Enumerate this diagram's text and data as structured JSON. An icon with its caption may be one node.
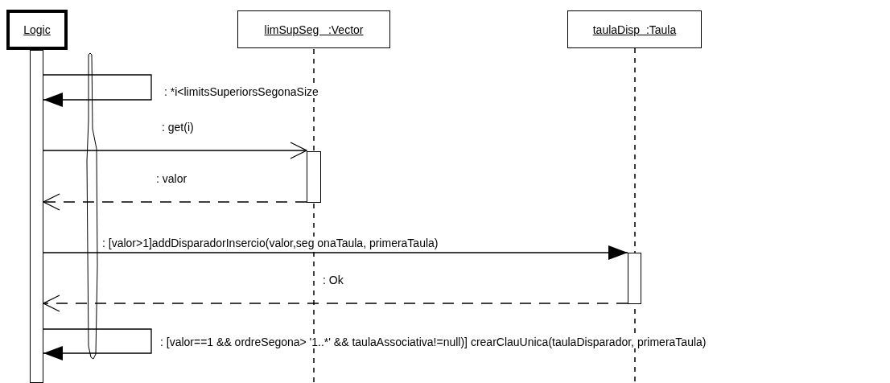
{
  "diagram": {
    "nodes": [
      {
        "text": [
          "Logic"
        ]
      },
      {
        "text": [
          "limSupSeg   :Vector"
        ]
      },
      {
        "text": [
          "taulaDisp  :Taula"
        ]
      },
      {
        "text": [],
        "shape": "bar"
      },
      {
        "text": [],
        "shape": "bar"
      },
      {
        "text": [],
        "shape": "bar"
      },
      {
        "text": [],
        "shape": "ellipse"
      }
    ],
    "edges": [
      {
        "from": 3,
        "to": 3,
        "arrow": "to",
        "label": ": *i<limitsSuperiorsSegonaSize"
      },
      {
        "from": 3,
        "to": 4,
        "arrow": "to",
        "label": ": get(i)"
      },
      {
        "from": 4,
        "to": 3,
        "arrow": "to",
        "label": ": valor",
        "style": "dashed"
      },
      {
        "from": 3,
        "to": 5,
        "arrow": "to",
        "label": ": [valor>1]addDisparadorInsercio(valor,seg onaTaula, primeraTaula)"
      },
      {
        "from": 5,
        "to": 3,
        "arrow": "to",
        "label": ": Ok",
        "style": "dashed"
      },
      {
        "from": 3,
        "to": 3,
        "arrow": "to",
        "label": ": [valor==1 && ordreSegona> '1..*' && taulaAssociativa!=null)] crearClauUnica(taulaDisparador, primeraTaula)"
      }
    ]
  }
}
